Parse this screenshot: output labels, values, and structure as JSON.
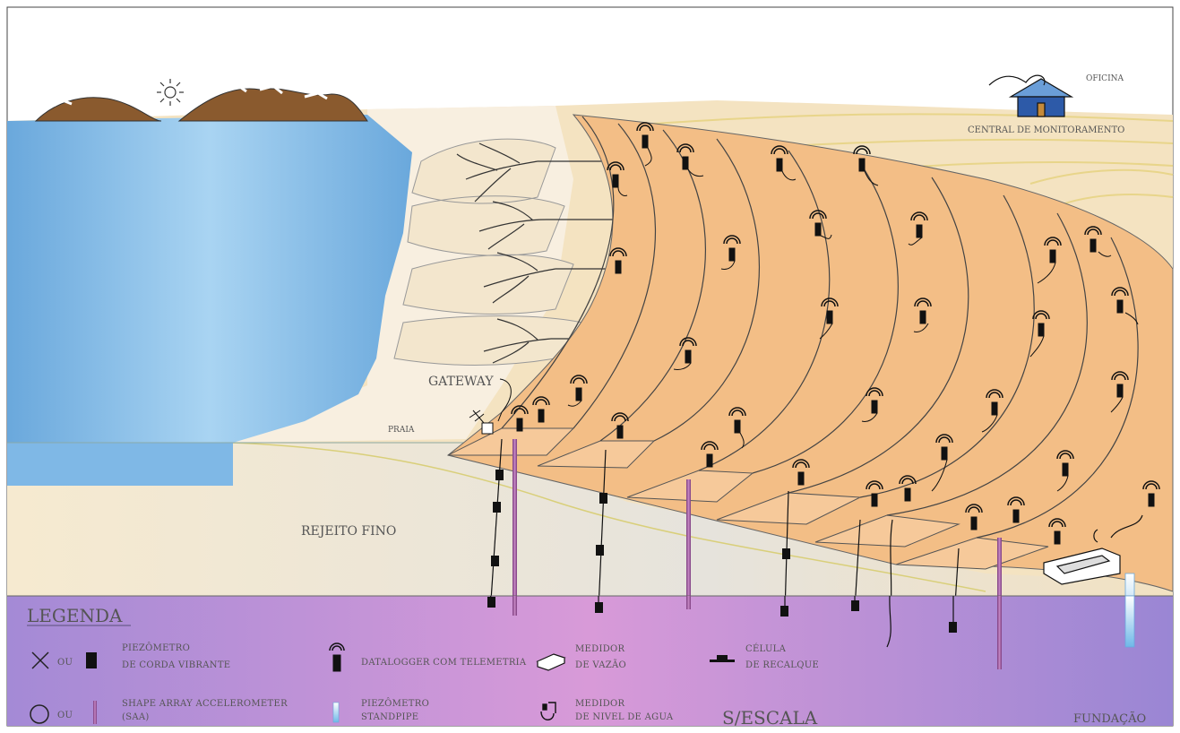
{
  "labels": {
    "oficina": "OFICINA",
    "central": "CENTRAL DE MONITORAMENTO",
    "gateway": "GATEWAY",
    "praia": "PRAIA",
    "rejeito_fino": "REJEITO FINO",
    "escala": "S/ESCALA",
    "fundacao": "FUNDAÇÃO"
  },
  "legend": {
    "title": "LEGENDA",
    "ou": "OU",
    "items": {
      "piezo_corda_1": "PIEZÔMETRO",
      "piezo_corda_2": "DE CORDA VIBRANTE",
      "datalogger": "DATALOGGER COM TELEMETRIA",
      "vazao_1": "MEDIDOR",
      "vazao_2": "DE VAZÃO",
      "celula_1": "CÉLULA",
      "celula_2": "DE RECALQUE",
      "saa_1": "SHAPE ARRAY ACCELEROMETER",
      "saa_2": "(SAA)",
      "standpipe_1": "PIEZÔMETRO",
      "standpipe_2": "STANDPIPE",
      "nivel_1": "MEDIDOR",
      "nivel_2": "DE NIVEL DE AGUA"
    }
  },
  "colors": {
    "reservoir": "#7fb8e6",
    "tailings": "#f2dfb8",
    "dam": "#f3be86",
    "foundation_left": "#a98bd8",
    "foundation_mid": "#d79ad6",
    "mountain": "#8a5a2e"
  }
}
